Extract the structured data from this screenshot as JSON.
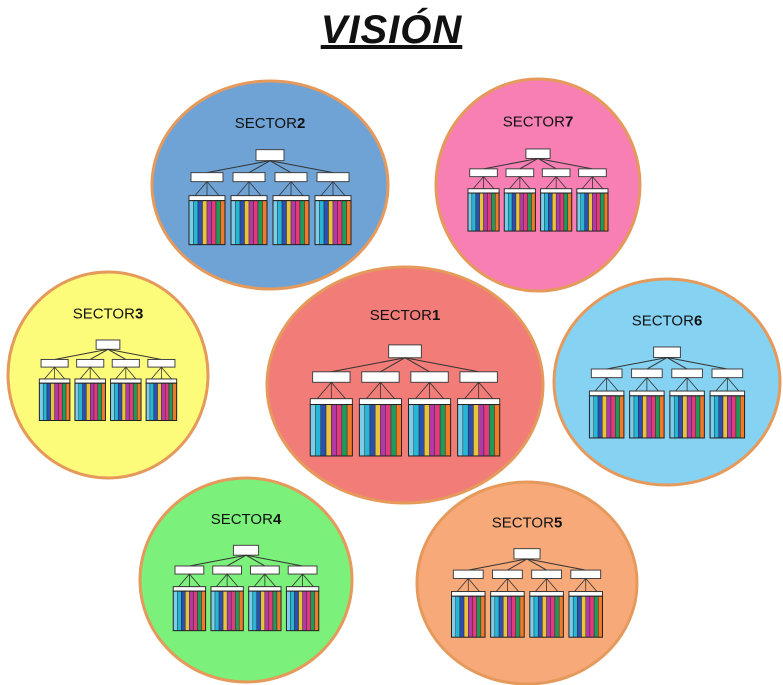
{
  "title": "VISIÓN",
  "colors": {
    "outline": "#e59a5c",
    "stripes": [
      "#7ecde8",
      "#27b7d6",
      "#2c4fb0",
      "#e8c43a",
      "#b23aa8",
      "#e23a7a",
      "#1f9a5a",
      "#f07a2a"
    ]
  },
  "sectors": [
    {
      "prefix": "SECTOR",
      "num": "1",
      "fill": "#f27c78"
    },
    {
      "prefix": "SECTOR",
      "num": "2",
      "fill": "#6fa3d6"
    },
    {
      "prefix": "SECTOR",
      "num": "3",
      "fill": "#fcfc7a"
    },
    {
      "prefix": "SECTOR",
      "num": "4",
      "fill": "#7bf07a"
    },
    {
      "prefix": "SECTOR",
      "num": "5",
      "fill": "#f7a97a"
    },
    {
      "prefix": "SECTOR",
      "num": "6",
      "fill": "#85d2f2"
    },
    {
      "prefix": "SECTOR",
      "num": "7",
      "fill": "#f77fb3"
    }
  ]
}
